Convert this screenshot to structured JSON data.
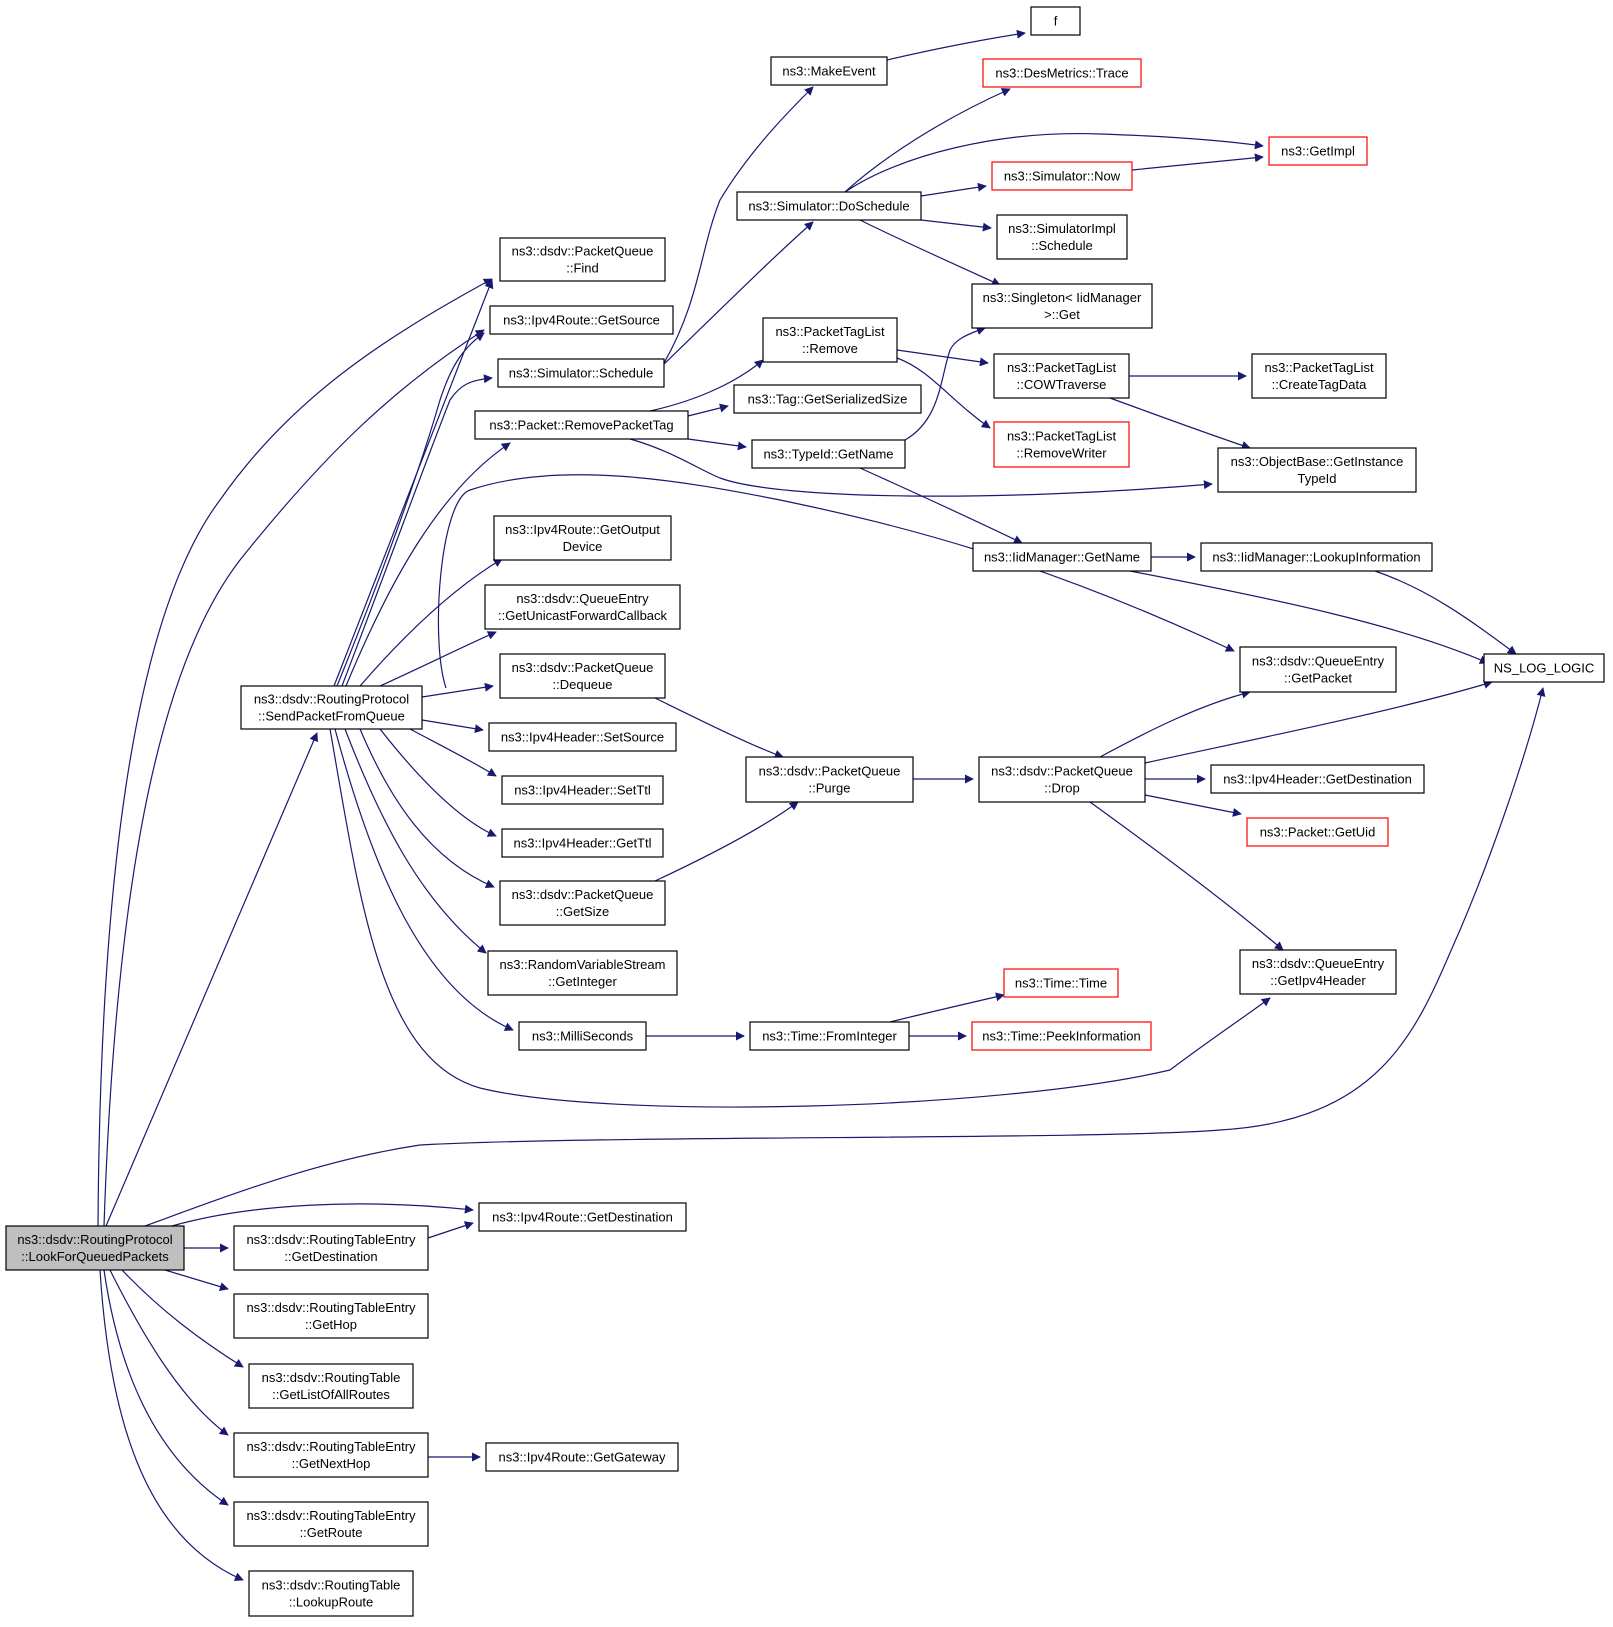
{
  "colors": {
    "edge": "#191970",
    "node_border": "#000000",
    "node_border_truncated": "#ff0000",
    "root_fill": "#bfbfbf",
    "background": "#ffffff"
  },
  "nodes": {
    "root": {
      "lines": [
        "ns3::dsdv::RoutingProtocol",
        "::LookForQueuedPackets"
      ],
      "style": "root"
    },
    "sendpkt": {
      "lines": [
        "ns3::dsdv::RoutingProtocol",
        "::SendPacketFromQueue"
      ],
      "style": "normal"
    },
    "pq_find": {
      "lines": [
        "ns3::dsdv::PacketQueue",
        "::Find"
      ],
      "style": "normal"
    },
    "ipv4route_getsource": {
      "lines": [
        "ns3::Ipv4Route::GetSource"
      ],
      "style": "normal"
    },
    "sim_schedule": {
      "lines": [
        "ns3::Simulator::Schedule"
      ],
      "style": "normal"
    },
    "pkt_removetag": {
      "lines": [
        "ns3::Packet::RemovePacketTag"
      ],
      "style": "normal"
    },
    "ipv4route_getoutput": {
      "lines": [
        "ns3::Ipv4Route::GetOutput",
        "Device"
      ],
      "style": "normal"
    },
    "qe_getunicast": {
      "lines": [
        "ns3::dsdv::QueueEntry",
        "::GetUnicastForwardCallback"
      ],
      "style": "normal"
    },
    "pq_dequeue": {
      "lines": [
        "ns3::dsdv::PacketQueue",
        "::Dequeue"
      ],
      "style": "normal"
    },
    "ipv4h_setsource": {
      "lines": [
        "ns3::Ipv4Header::SetSource"
      ],
      "style": "normal"
    },
    "ipv4h_setttl": {
      "lines": [
        "ns3::Ipv4Header::SetTtl"
      ],
      "style": "normal"
    },
    "ipv4h_getttl": {
      "lines": [
        "ns3::Ipv4Header::GetTtl"
      ],
      "style": "normal"
    },
    "pq_getsize": {
      "lines": [
        "ns3::dsdv::PacketQueue",
        "::GetSize"
      ],
      "style": "normal"
    },
    "rvs_getinteger": {
      "lines": [
        "ns3::RandomVariableStream",
        "::GetInteger"
      ],
      "style": "normal"
    },
    "milliseconds": {
      "lines": [
        "ns3::MilliSeconds"
      ],
      "style": "normal"
    },
    "time_fromint": {
      "lines": [
        "ns3::Time::FromInteger"
      ],
      "style": "normal"
    },
    "time_time": {
      "lines": [
        "ns3::Time::Time"
      ],
      "style": "truncated"
    },
    "time_peek": {
      "lines": [
        "ns3::Time::PeekInformation"
      ],
      "style": "truncated"
    },
    "makeevent": {
      "lines": [
        "ns3::MakeEvent"
      ],
      "style": "normal"
    },
    "f": {
      "lines": [
        "f"
      ],
      "style": "normal"
    },
    "desmetrics": {
      "lines": [
        "ns3::DesMetrics::Trace"
      ],
      "style": "truncated"
    },
    "getimpl": {
      "lines": [
        "ns3::GetImpl"
      ],
      "style": "truncated"
    },
    "sim_doschedule": {
      "lines": [
        "ns3::Simulator::DoSchedule"
      ],
      "style": "normal"
    },
    "sim_now": {
      "lines": [
        "ns3::Simulator::Now"
      ],
      "style": "truncated"
    },
    "simimpl_schedule": {
      "lines": [
        "ns3::SimulatorImpl",
        "::Schedule"
      ],
      "style": "normal"
    },
    "singleton_get": {
      "lines": [
        "ns3::Singleton< IidManager",
        ">::Get"
      ],
      "style": "normal"
    },
    "ptl_remove": {
      "lines": [
        "ns3::PacketTagList",
        "::Remove"
      ],
      "style": "normal"
    },
    "ptl_cow": {
      "lines": [
        "ns3::PacketTagList",
        "::COWTraverse"
      ],
      "style": "normal"
    },
    "ptl_createtag": {
      "lines": [
        "ns3::PacketTagList",
        "::CreateTagData"
      ],
      "style": "normal"
    },
    "tag_getsersize": {
      "lines": [
        "ns3::Tag::GetSerializedSize"
      ],
      "style": "normal"
    },
    "typeid_getname": {
      "lines": [
        "ns3::TypeId::GetName"
      ],
      "style": "normal"
    },
    "ptl_removewriter": {
      "lines": [
        "ns3::PacketTagList",
        "::RemoveWriter"
      ],
      "style": "truncated"
    },
    "objbase_getinst": {
      "lines": [
        "ns3::ObjectBase::GetInstance",
        "TypeId"
      ],
      "style": "normal"
    },
    "iid_getname": {
      "lines": [
        "ns3::IidManager::GetName"
      ],
      "style": "normal"
    },
    "iid_lookup": {
      "lines": [
        "ns3::IidManager::LookupInformation"
      ],
      "style": "normal"
    },
    "ns_log_logic": {
      "lines": [
        "NS_LOG_LOGIC"
      ],
      "style": "normal"
    },
    "qe_getpacket": {
      "lines": [
        "ns3::dsdv::QueueEntry",
        "::GetPacket"
      ],
      "style": "normal"
    },
    "pq_purge": {
      "lines": [
        "ns3::dsdv::PacketQueue",
        "::Purge"
      ],
      "style": "normal"
    },
    "pq_drop": {
      "lines": [
        "ns3::dsdv::PacketQueue",
        "::Drop"
      ],
      "style": "normal"
    },
    "ipv4h_getdest": {
      "lines": [
        "ns3::Ipv4Header::GetDestination"
      ],
      "style": "normal"
    },
    "pkt_getuid": {
      "lines": [
        "ns3::Packet::GetUid"
      ],
      "style": "truncated"
    },
    "qe_getipv4header": {
      "lines": [
        "ns3::dsdv::QueueEntry",
        "::GetIpv4Header"
      ],
      "style": "normal"
    },
    "ipv4route_getdest": {
      "lines": [
        "ns3::Ipv4Route::GetDestination"
      ],
      "style": "normal"
    },
    "rte_getdest": {
      "lines": [
        "ns3::dsdv::RoutingTableEntry",
        "::GetDestination"
      ],
      "style": "normal"
    },
    "rte_gethop": {
      "lines": [
        "ns3::dsdv::RoutingTableEntry",
        "::GetHop"
      ],
      "style": "normal"
    },
    "rt_getlist": {
      "lines": [
        "ns3::dsdv::RoutingTable",
        "::GetListOfAllRoutes"
      ],
      "style": "normal"
    },
    "rte_getnexthop": {
      "lines": [
        "ns3::dsdv::RoutingTableEntry",
        "::GetNextHop"
      ],
      "style": "normal"
    },
    "ipv4route_getgw": {
      "lines": [
        "ns3::Ipv4Route::GetGateway"
      ],
      "style": "normal"
    },
    "rte_getroute": {
      "lines": [
        "ns3::dsdv::RoutingTableEntry",
        "::GetRoute"
      ],
      "style": "normal"
    },
    "rt_lookuproute": {
      "lines": [
        "ns3::dsdv::RoutingTable",
        "::LookupRoute"
      ],
      "style": "normal"
    }
  },
  "edges": [
    [
      "root",
      "pq_find"
    ],
    [
      "root",
      "ipv4route_getsource"
    ],
    [
      "root",
      "sendpkt"
    ],
    [
      "root",
      "ns_log_logic"
    ],
    [
      "root",
      "ipv4route_getdest"
    ],
    [
      "root",
      "rte_getdest"
    ],
    [
      "root",
      "rte_gethop"
    ],
    [
      "root",
      "rt_getlist"
    ],
    [
      "root",
      "rte_getnexthop"
    ],
    [
      "root",
      "rte_getroute"
    ],
    [
      "root",
      "rt_lookuproute"
    ],
    [
      "sendpkt",
      "pq_find"
    ],
    [
      "sendpkt",
      "ipv4route_getsource"
    ],
    [
      "sendpkt",
      "sim_schedule"
    ],
    [
      "sendpkt",
      "pkt_removetag"
    ],
    [
      "sendpkt",
      "ipv4route_getoutput"
    ],
    [
      "sendpkt",
      "qe_getunicast"
    ],
    [
      "sendpkt",
      "pq_dequeue"
    ],
    [
      "sendpkt",
      "ipv4h_setsource"
    ],
    [
      "sendpkt",
      "ipv4h_setttl"
    ],
    [
      "sendpkt",
      "ipv4h_getttl"
    ],
    [
      "sendpkt",
      "pq_getsize"
    ],
    [
      "sendpkt",
      "rvs_getinteger"
    ],
    [
      "sendpkt",
      "milliseconds"
    ],
    [
      "sendpkt",
      "qe_getpacket"
    ],
    [
      "sendpkt",
      "qe_getipv4header"
    ],
    [
      "sim_schedule",
      "makeevent"
    ],
    [
      "sim_schedule",
      "sim_doschedule"
    ],
    [
      "makeevent",
      "f"
    ],
    [
      "sim_doschedule",
      "desmetrics"
    ],
    [
      "sim_doschedule",
      "getimpl"
    ],
    [
      "sim_doschedule",
      "sim_now"
    ],
    [
      "sim_doschedule",
      "simimpl_schedule"
    ],
    [
      "sim_doschedule",
      "singleton_get"
    ],
    [
      "sim_now",
      "getimpl"
    ],
    [
      "pkt_removetag",
      "ptl_remove"
    ],
    [
      "pkt_removetag",
      "tag_getsersize"
    ],
    [
      "pkt_removetag",
      "typeid_getname"
    ],
    [
      "pkt_removetag",
      "objbase_getinst"
    ],
    [
      "ptl_remove",
      "ptl_cow"
    ],
    [
      "ptl_remove",
      "ptl_removewriter"
    ],
    [
      "ptl_cow",
      "ptl_createtag"
    ],
    [
      "ptl_cow",
      "objbase_getinst"
    ],
    [
      "typeid_getname",
      "singleton_get"
    ],
    [
      "typeid_getname",
      "iid_getname"
    ],
    [
      "iid_getname",
      "iid_lookup"
    ],
    [
      "iid_getname",
      "ns_log_logic"
    ],
    [
      "iid_lookup",
      "ns_log_logic"
    ],
    [
      "pq_dequeue",
      "pq_purge"
    ],
    [
      "pq_getsize",
      "pq_purge"
    ],
    [
      "pq_purge",
      "pq_drop"
    ],
    [
      "pq_drop",
      "qe_getpacket"
    ],
    [
      "pq_drop",
      "ns_log_logic"
    ],
    [
      "pq_drop",
      "ipv4h_getdest"
    ],
    [
      "pq_drop",
      "pkt_getuid"
    ],
    [
      "pq_drop",
      "qe_getipv4header"
    ],
    [
      "milliseconds",
      "time_fromint"
    ],
    [
      "time_fromint",
      "time_time"
    ],
    [
      "time_fromint",
      "time_peek"
    ],
    [
      "rte_getdest",
      "ipv4route_getdest"
    ],
    [
      "rte_getnexthop",
      "ipv4route_getgw"
    ]
  ]
}
